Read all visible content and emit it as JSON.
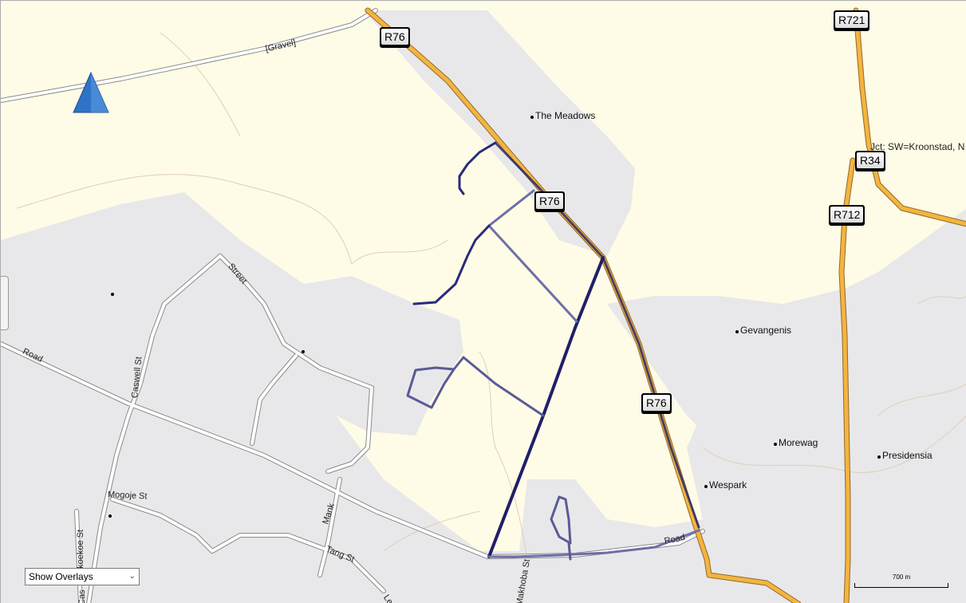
{
  "map": {
    "colors": {
      "land": "#fefce6",
      "urban": "#e8e8ea",
      "highway": "#f5b43f",
      "track_dark": "#1f1f6a",
      "track_light": "#6e6ea8",
      "road": "#ffffff"
    },
    "shields": [
      {
        "label": "R76"
      },
      {
        "label": "R721"
      },
      {
        "label": "R76"
      },
      {
        "label": "R34"
      },
      {
        "label": "R712"
      },
      {
        "label": "R76"
      }
    ],
    "places": [
      {
        "label": "The Meadows"
      },
      {
        "label": "Gevangenis"
      },
      {
        "label": "Morewag"
      },
      {
        "label": "Presidensia"
      },
      {
        "label": "Wespark"
      }
    ],
    "road_labels": [
      {
        "label": "[Gravel]"
      },
      {
        "label": "Street"
      },
      {
        "label": "Road"
      },
      {
        "label": "Caswell St"
      },
      {
        "label": "Mogoje St"
      },
      {
        "label": "Lkoekoe St"
      },
      {
        "label": "Cas"
      },
      {
        "label": "Mank"
      },
      {
        "label": "Tang St"
      },
      {
        "label": "Makhoba St"
      },
      {
        "label": "Road"
      },
      {
        "label": "Jct: SW=Kroonstad, N"
      },
      {
        "label": "Le"
      }
    ],
    "overlay_select": {
      "value": "Show Overlays"
    },
    "scale": {
      "label": "700 m"
    },
    "icons": {
      "position_marker": "blue-triangle-marker"
    }
  }
}
